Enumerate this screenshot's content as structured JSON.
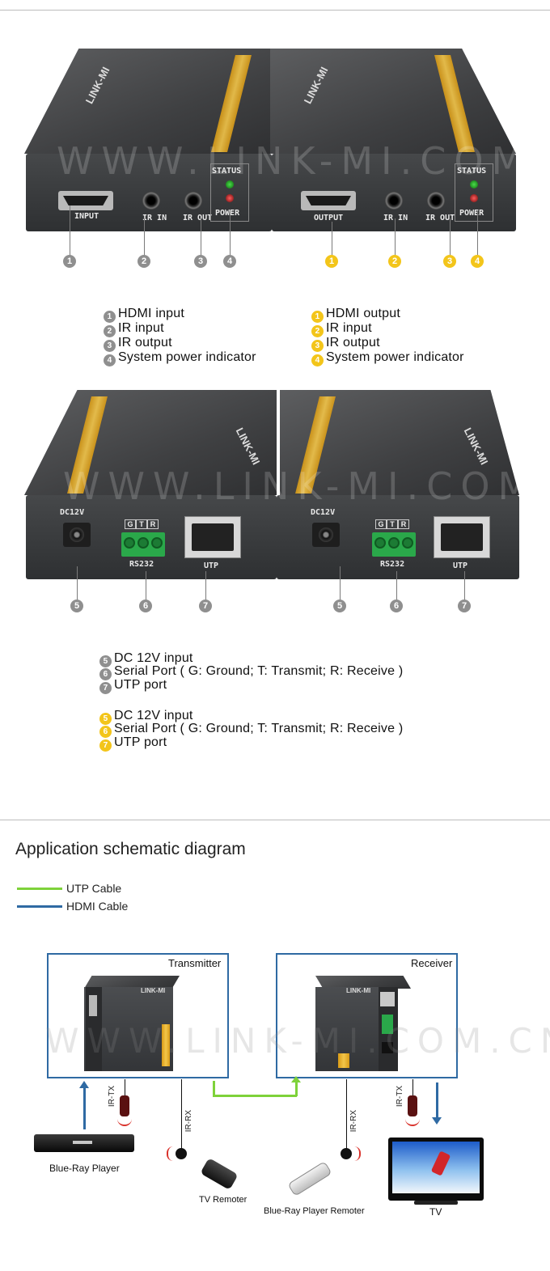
{
  "tx_panel": {
    "brand": "LINK-MI",
    "watermark": "WWW.LINK-MI.COM.CN",
    "ports": [
      "INPUT",
      "IR IN",
      "IR OUT"
    ],
    "indicators": [
      "STATUS",
      "POWER"
    ],
    "callouts": [
      "1",
      "2",
      "3",
      "4"
    ]
  },
  "rx_panel": {
    "brand": "LINK-MI",
    "ports": [
      "OUTPUT",
      "IR IN",
      "IR OUT"
    ],
    "indicators": [
      "STATUS",
      "POWER"
    ],
    "callouts": [
      "1",
      "2",
      "3",
      "4"
    ]
  },
  "legend_top_left": [
    {
      "num": "1",
      "text": "HDMI input"
    },
    {
      "num": "2",
      "text": "IR input"
    },
    {
      "num": "3",
      "text": "IR output"
    },
    {
      "num": "4",
      "text": "System power indicator"
    }
  ],
  "legend_top_right": [
    {
      "num": "1",
      "text": "HDMI output"
    },
    {
      "num": "2",
      "text": "IR input"
    },
    {
      "num": "3",
      "text": "IR output"
    },
    {
      "num": "4",
      "text": "System power indicator"
    }
  ],
  "rear_panel": {
    "dc_label": "DC12V",
    "gtr": [
      "G",
      "T",
      "R"
    ],
    "rs232_label": "RS232",
    "utp_label": "UTP",
    "callouts": [
      "5",
      "6",
      "7"
    ]
  },
  "legend_bottom_grey": [
    {
      "num": "5",
      "text": "DC 12V input"
    },
    {
      "num": "6",
      "text": "Serial Port ( G: Ground; T: Transmit; R: Receive )"
    },
    {
      "num": "7",
      "text": "UTP port"
    }
  ],
  "legend_bottom_yellow": [
    {
      "num": "5",
      "text": "DC 12V input"
    },
    {
      "num": "6",
      "text": "Serial Port ( G: Ground; T: Transmit; R: Receive )"
    },
    {
      "num": "7",
      "text": "UTP port"
    }
  ],
  "schematic": {
    "title": "Application schematic diagram",
    "cable_legend": [
      {
        "label": "UTP Cable",
        "color": "#7ed23a"
      },
      {
        "label": "HDMI Cable",
        "color": "#2f6aa3"
      }
    ],
    "transmitter": "Transmitter",
    "receiver": "Receiver",
    "ir_tx": "IR-TX",
    "ir_rx": "IR-RX",
    "blu_ray_player": "Blue-Ray Player",
    "tv_remoter": "TV Remoter",
    "blu_ray_remoter": "Blue-Ray Player Remoter",
    "tv": "TV",
    "watermark": "WWW.LINK-MI.COM.CN"
  }
}
